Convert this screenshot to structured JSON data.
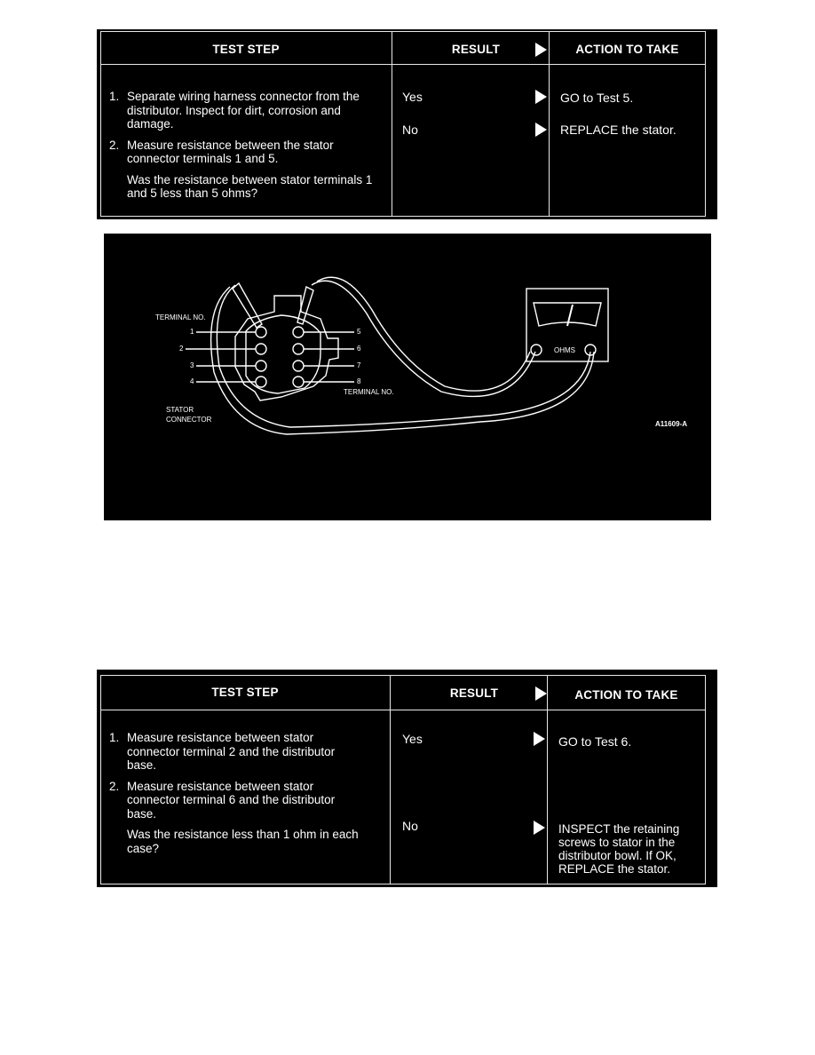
{
  "table1": {
    "headers": {
      "test_step": "TEST STEP",
      "result": "RESULT",
      "action": "ACTION TO TAKE"
    },
    "steps": [
      {
        "num": "1.",
        "text": "Separate wiring harness connector from the distributor. Inspect for dirt, corrosion and damage."
      },
      {
        "num": "2.",
        "text": "Measure resistance between the stator connector terminals 1 and 5."
      }
    ],
    "question": "Was the resistance between stator terminals 1 and 5 less than 5 ohms?",
    "rows": [
      {
        "result": "Yes",
        "action": "GO to Test 5."
      },
      {
        "result": "No",
        "action": "REPLACE the stator."
      }
    ]
  },
  "figure": {
    "terminal_no_left": "TERMINAL NO.",
    "terminal_no_right": "TERMINAL NO.",
    "left_terminals": [
      "1",
      "2",
      "3",
      "4"
    ],
    "right_terminals": [
      "5",
      "6",
      "7",
      "8"
    ],
    "stator_connector_line1": "STATOR",
    "stator_connector_line2": "CONNECTOR",
    "meter_label": "OHMS",
    "figure_code": "A11609-A"
  },
  "table2": {
    "headers": {
      "test_step": "TEST STEP",
      "result": "RESULT",
      "action": "ACTION TO TAKE"
    },
    "steps": [
      {
        "num": "1.",
        "text": "Measure resistance between stator connector terminal 2 and the distributor base."
      },
      {
        "num": "2.",
        "text": "Measure resistance between stator connector terminal 6 and the distributor base."
      }
    ],
    "question": "Was the resistance less than 1 ohm in each case?",
    "rows": [
      {
        "result": "Yes",
        "action": "GO to Test 6."
      },
      {
        "result": "No",
        "action": "INSPECT the retaining screws to stator in the distributor bowl. If OK, REPLACE the stator."
      }
    ]
  }
}
